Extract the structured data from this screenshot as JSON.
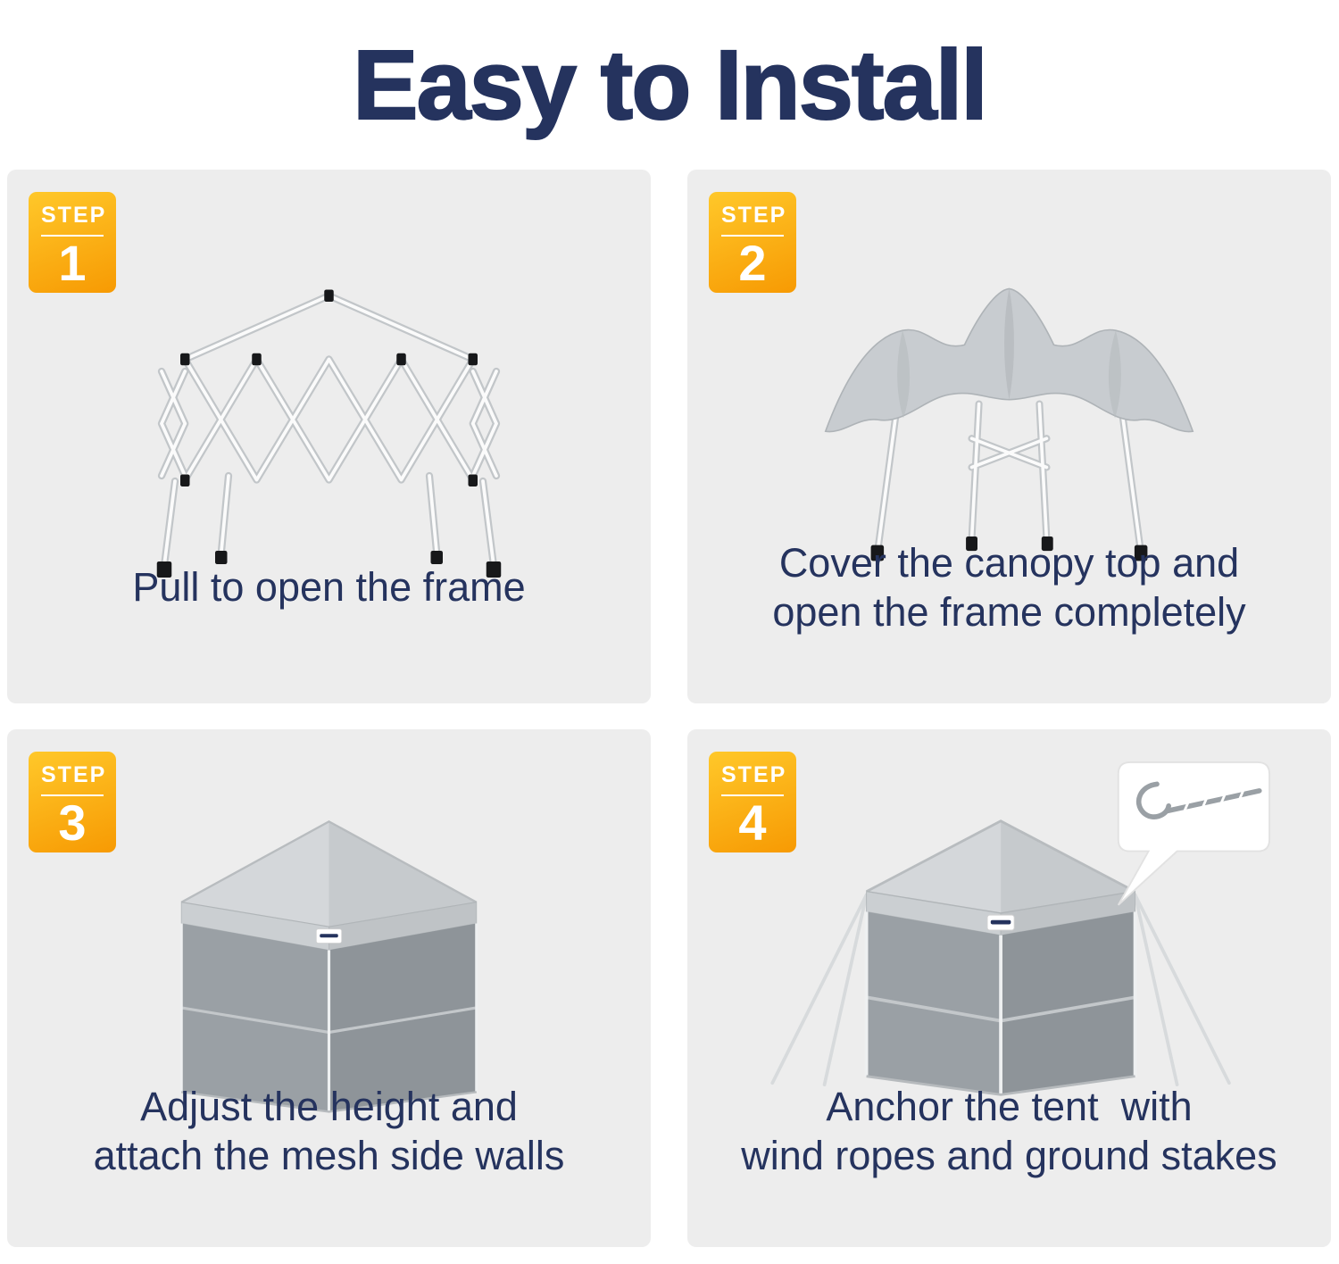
{
  "title": "Easy to Install",
  "colors": {
    "heading_navy": "#25335e",
    "badge_gradient_top": "#ffc82a",
    "badge_gradient_bottom": "#f79a03",
    "panel_background": "#ededed",
    "canopy_gray": "#c8ccd0"
  },
  "steps": [
    {
      "label": "STEP",
      "number": "1",
      "illustration": "folded-frame",
      "caption_lines": [
        "Pull to open the frame"
      ]
    },
    {
      "label": "STEP",
      "number": "2",
      "illustration": "canopy-top-draped-on-frame",
      "caption_lines": [
        "Cover the canopy top and",
        "open the frame completely"
      ]
    },
    {
      "label": "STEP",
      "number": "3",
      "illustration": "tent-with-mesh-side-walls",
      "caption_lines": [
        "Adjust the height and",
        "attach the mesh side walls"
      ]
    },
    {
      "label": "STEP",
      "number": "4",
      "illustration": "tent-with-wind-ropes-and-ground-stake",
      "caption_lines": [
        "Anchor the tent  with",
        "wind ropes and ground stakes"
      ]
    }
  ]
}
